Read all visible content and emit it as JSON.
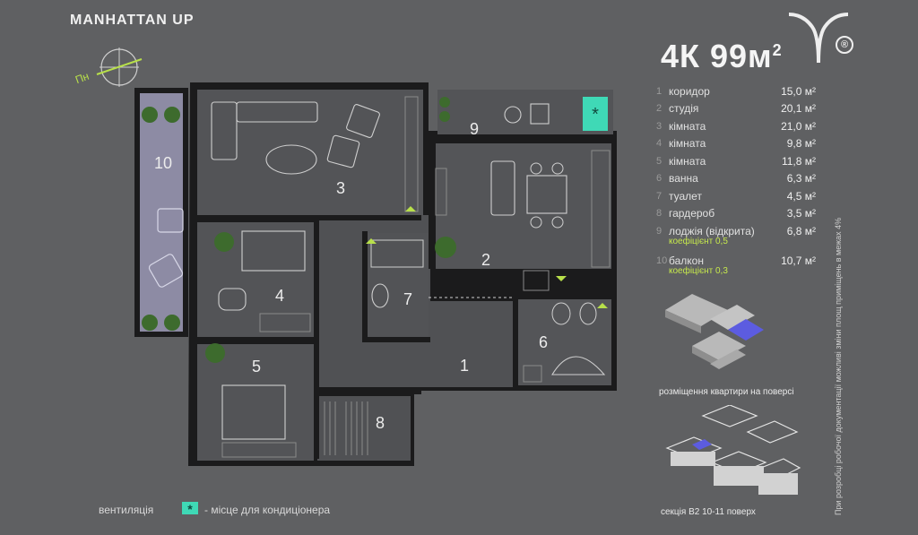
{
  "brand": "MANHATTAN UP",
  "compass": {
    "label": "Пн"
  },
  "apartment": {
    "title": "4К 99м",
    "title_sup": "2"
  },
  "logo": {
    "mark": "®"
  },
  "rooms": [
    {
      "num": "1",
      "name": "коридор",
      "area": "15,0 м²",
      "coef": ""
    },
    {
      "num": "2",
      "name": "студія",
      "area": "20,1 м²",
      "coef": ""
    },
    {
      "num": "3",
      "name": "кімната",
      "area": "21,0 м²",
      "coef": ""
    },
    {
      "num": "4",
      "name": "кімната",
      "area": "9,8 м²",
      "coef": ""
    },
    {
      "num": "5",
      "name": "кімната",
      "area": "11,8 м²",
      "coef": ""
    },
    {
      "num": "6",
      "name": "ванна",
      "area": "6,3 м²",
      "coef": ""
    },
    {
      "num": "7",
      "name": "туалет",
      "area": "4,5 м²",
      "coef": ""
    },
    {
      "num": "8",
      "name": "гардероб",
      "area": "3,5 м²",
      "coef": ""
    },
    {
      "num": "9",
      "name": "лоджія (відкрита)",
      "area": "6,8 м²",
      "coef": "коефіцієнт 0,5"
    },
    {
      "num": "10",
      "name": "балкон",
      "area": "10,7 м²",
      "coef": "коефіцієнт 0,3"
    }
  ],
  "plan_labels": {
    "r1": "1",
    "r2": "2",
    "r3": "3",
    "r4": "4",
    "r5": "5",
    "r6": "6",
    "r7": "7",
    "r8": "8",
    "r9": "9",
    "r10": "10"
  },
  "captions": {
    "floor_placement": "розміщення квартири на поверсі",
    "section": "секція B2 10-11 поверх"
  },
  "legend": {
    "ventilation": "вентиляція",
    "ac_symbol": "*",
    "ac_place": "- місце для кондиціонера"
  },
  "side_note": "При розробці робочої документації можливі зміни площ приміщень в межах 4%",
  "colors": {
    "background": "#5f6062",
    "walls": "#1b1b1c",
    "floor": "#505154",
    "accent_green": "#b8e04a",
    "ac_teal": "#3fd9b6",
    "balcony": "#8d8ba4",
    "highlight_blue": "#5c5ce0"
  }
}
